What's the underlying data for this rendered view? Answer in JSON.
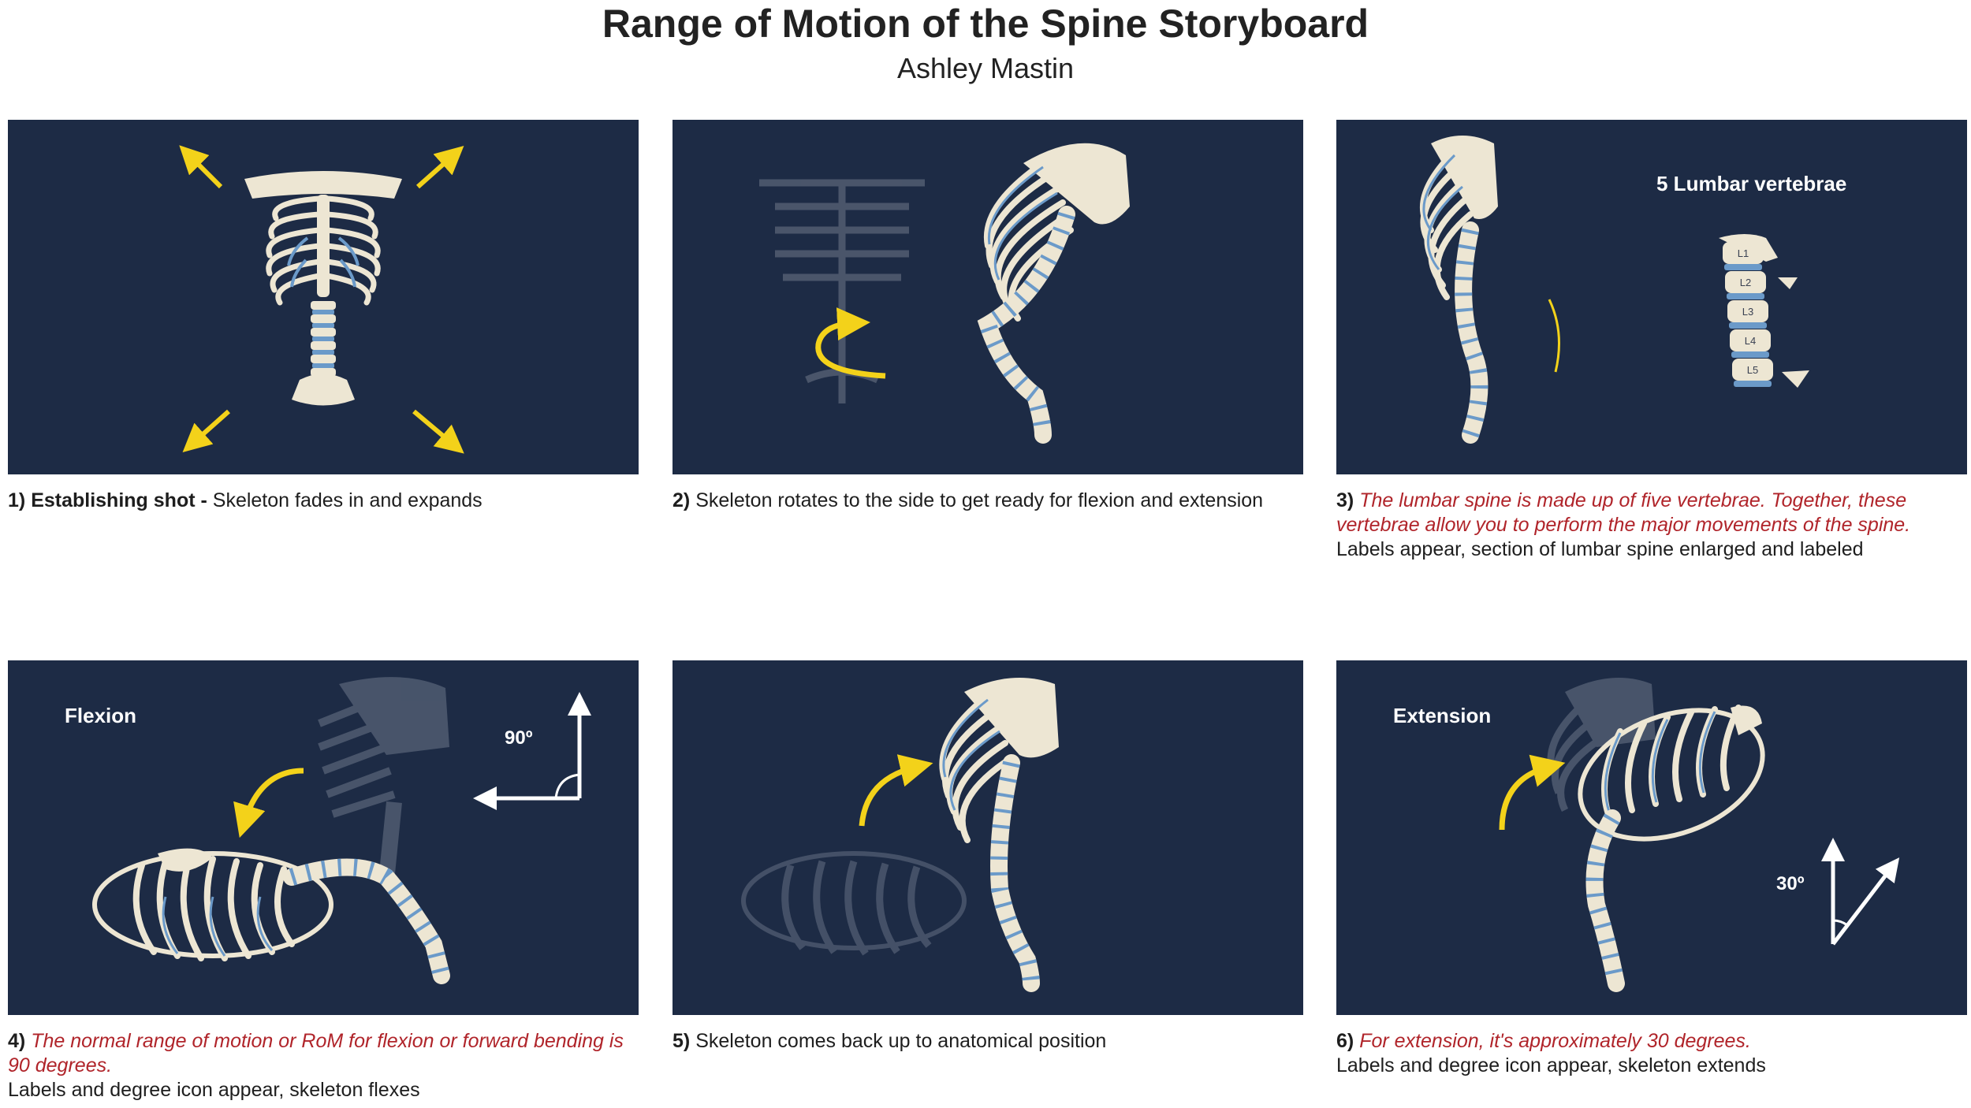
{
  "title": "Range of Motion of the Spine Storyboard",
  "author": "Ashley Mastin",
  "colors": {
    "panel_background": "#1d2b45",
    "bone": "#ede6d3",
    "disc": "#6b9ac9",
    "arrow_yellow": "#f3d21a",
    "narration_red": "#b0242a"
  },
  "panels": [
    {
      "number": "1)",
      "caption_bold": "Establishing shot",
      "caption_separator": " - ",
      "caption_text": "Skeleton fades in and expands",
      "icons": [
        "skeleton-front-view",
        "expand-arrows-icon"
      ]
    },
    {
      "number": "2)",
      "caption_text": "Skeleton rotates to the side to get ready for flexion and extension",
      "icons": [
        "skeleton-side-view",
        "rotate-arrow-icon"
      ]
    },
    {
      "number": "3)",
      "narration": "The lumbar spine is made up of five vertebrae. Together, these vertebrae allow you to perform the major movements of the spine.",
      "caption_text": "Labels appear, section of lumbar spine enlarged and labeled",
      "label": "5 Lumbar vertebrae",
      "vertebra_labels": [
        "L1",
        "L2",
        "L3",
        "L4",
        "L5"
      ]
    },
    {
      "number": "4)",
      "narration": "The normal range of motion or RoM for flexion or forward bending is 90 degrees.",
      "caption_text": "Labels and degree icon appear, skeleton flexes",
      "label": "Flexion",
      "degree": "90º"
    },
    {
      "number": "5)",
      "caption_text": "Skeleton comes back up to anatomical position"
    },
    {
      "number": "6)",
      "narration": "For extension, it's approximately 30 degrees.",
      "caption_text": "Labels and degree icon appear, skeleton extends",
      "label": "Extension",
      "degree": "30º"
    }
  ]
}
